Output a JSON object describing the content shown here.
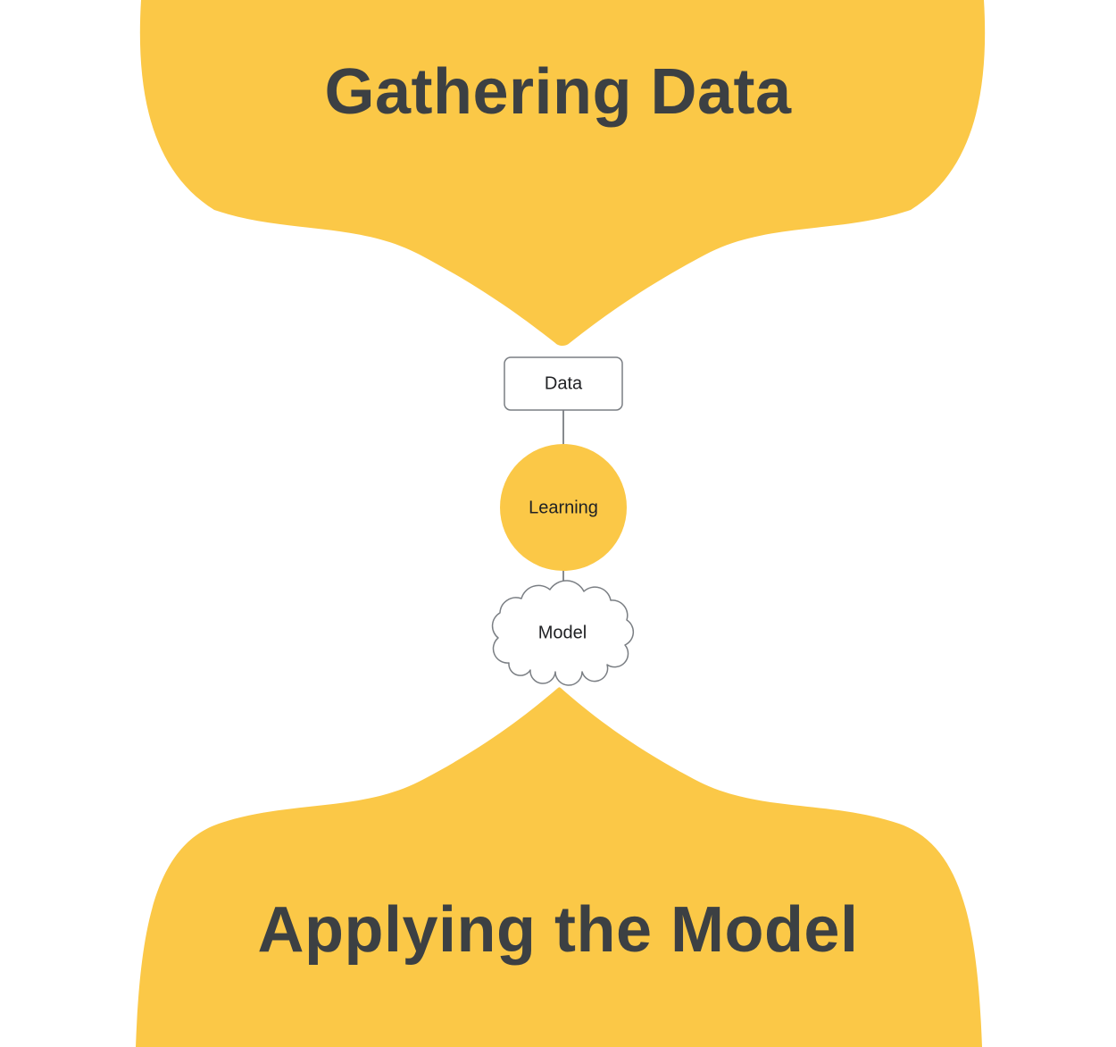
{
  "diagram": {
    "top_section": {
      "label": "Gathering Data"
    },
    "pipeline": {
      "data_node": {
        "label": "Data",
        "shape": "rectangle"
      },
      "learning_node": {
        "label": "Learning",
        "shape": "circle"
      },
      "model_node": {
        "label": "Model",
        "shape": "cloud"
      }
    },
    "bottom_section": {
      "label": "Applying the Model"
    },
    "colors": {
      "blob_yellow": "#FBC847",
      "title_text": "#3C4043",
      "node_border": "#7A7E83",
      "connector": "#5F6368",
      "node_fill": "#FFFFFF",
      "background": "#FFFFFF"
    }
  }
}
